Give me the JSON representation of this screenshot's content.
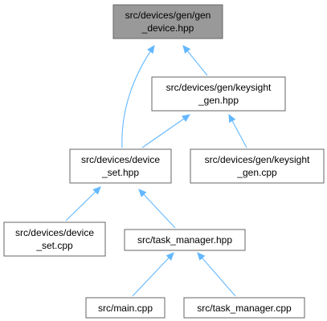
{
  "graph": {
    "nodes": {
      "gen_device_hpp": {
        "lines": [
          "src/devices/gen/gen",
          "_device.hpp"
        ],
        "highlight": true
      },
      "keysight_gen_hpp": {
        "lines": [
          "src/devices/gen/keysight",
          "_gen.hpp"
        ]
      },
      "device_set_hpp": {
        "lines": [
          "src/devices/device",
          "_set.hpp"
        ]
      },
      "keysight_gen_cpp": {
        "lines": [
          "src/devices/gen/keysight",
          "_gen.cpp"
        ]
      },
      "device_set_cpp": {
        "lines": [
          "src/devices/device",
          "_set.cpp"
        ]
      },
      "task_manager_hpp": {
        "lines": [
          "src/task_manager.hpp"
        ]
      },
      "main_cpp": {
        "lines": [
          "src/main.cpp"
        ]
      },
      "task_manager_cpp": {
        "lines": [
          "src/task_manager.cpp"
        ]
      }
    },
    "edges": [
      {
        "from": "keysight_gen_hpp",
        "to": "gen_device_hpp"
      },
      {
        "from": "device_set_hpp",
        "to": "gen_device_hpp"
      },
      {
        "from": "device_set_hpp",
        "to": "keysight_gen_hpp"
      },
      {
        "from": "keysight_gen_cpp",
        "to": "keysight_gen_hpp"
      },
      {
        "from": "device_set_cpp",
        "to": "device_set_hpp"
      },
      {
        "from": "task_manager_hpp",
        "to": "device_set_hpp"
      },
      {
        "from": "main_cpp",
        "to": "task_manager_hpp"
      },
      {
        "from": "task_manager_cpp",
        "to": "task_manager_hpp"
      }
    ]
  }
}
